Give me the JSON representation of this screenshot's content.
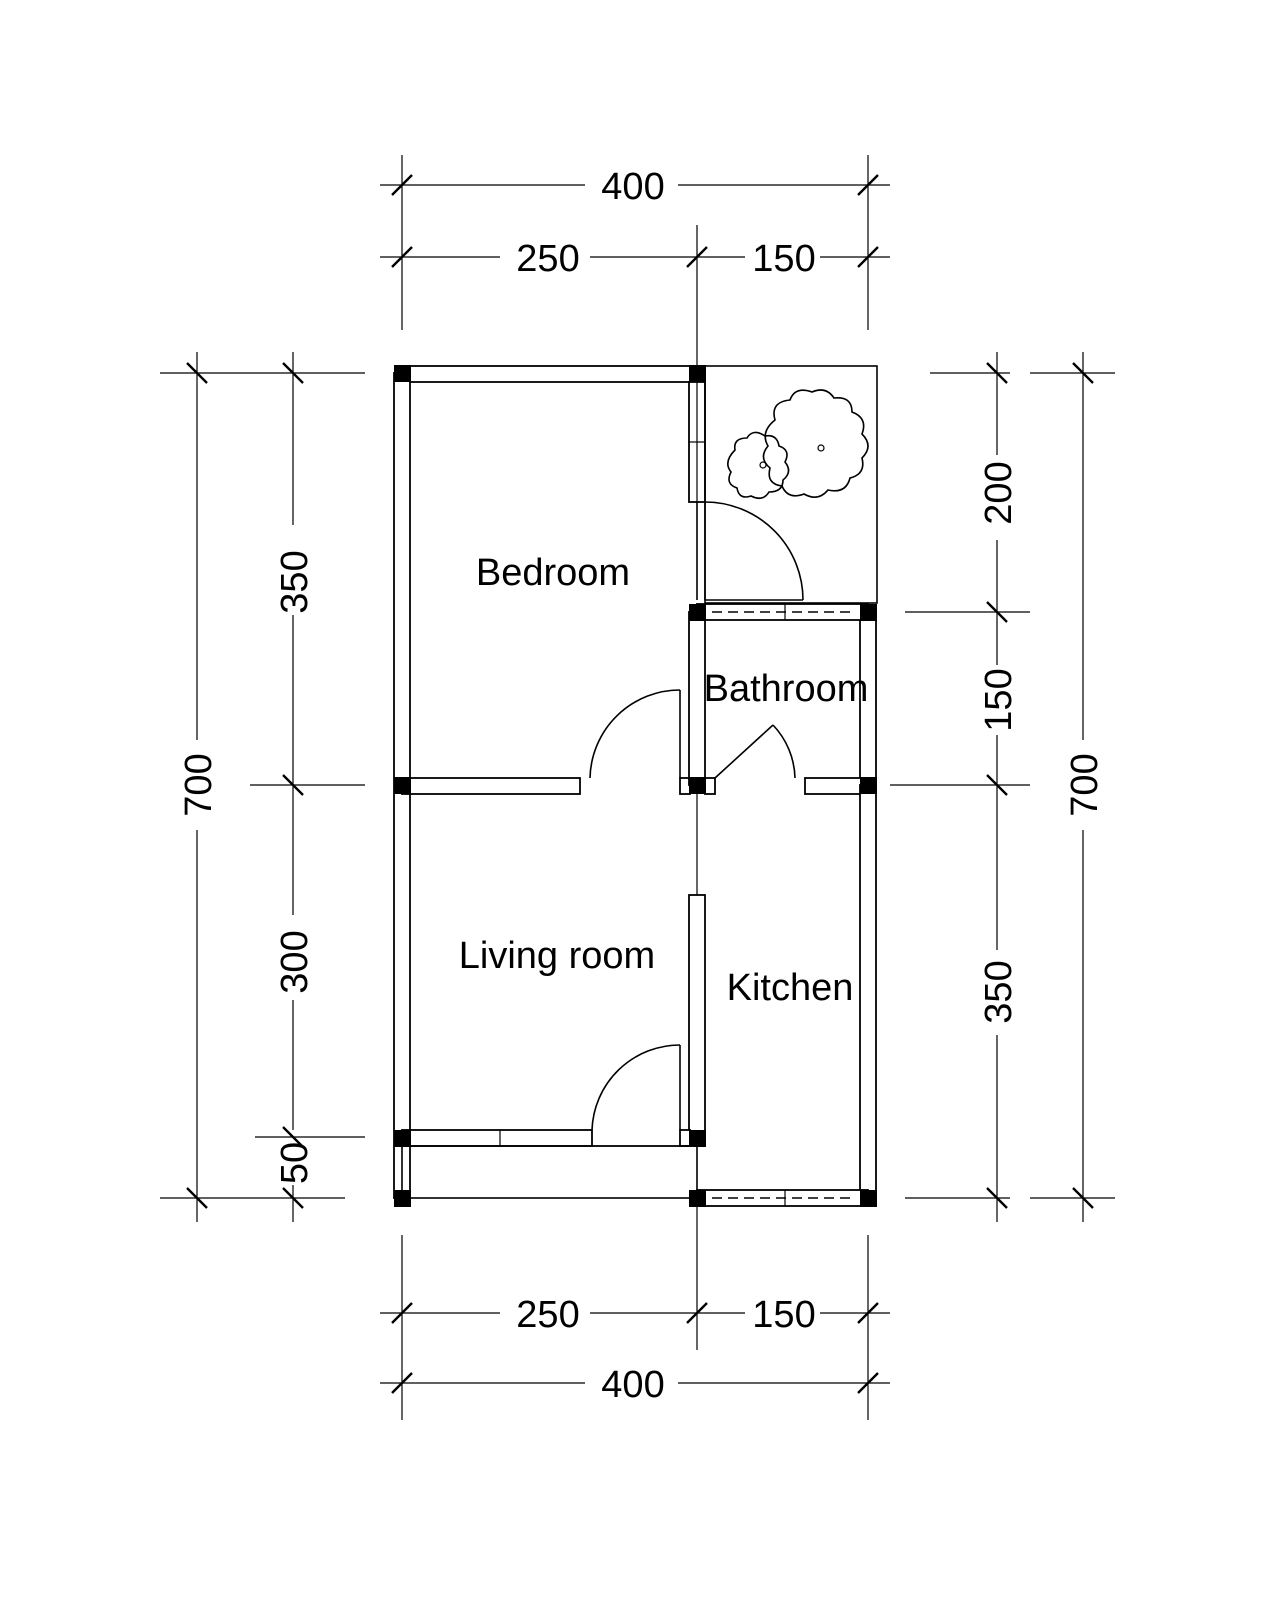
{
  "rooms": {
    "bedroom": "Bedroom",
    "bathroom": "Bathroom",
    "living_room": "Living room",
    "kitchen": "Kitchen"
  },
  "dimensions": {
    "top_overall": "400",
    "top_left": "250",
    "top_right": "150",
    "bottom_left": "250",
    "bottom_right": "150",
    "bottom_overall": "400",
    "left_overall": "700",
    "left_upper": "350",
    "left_middle": "300",
    "left_lower": "50",
    "right_upper": "200",
    "right_middle": "150",
    "right_lower": "350",
    "right_overall": "700"
  }
}
